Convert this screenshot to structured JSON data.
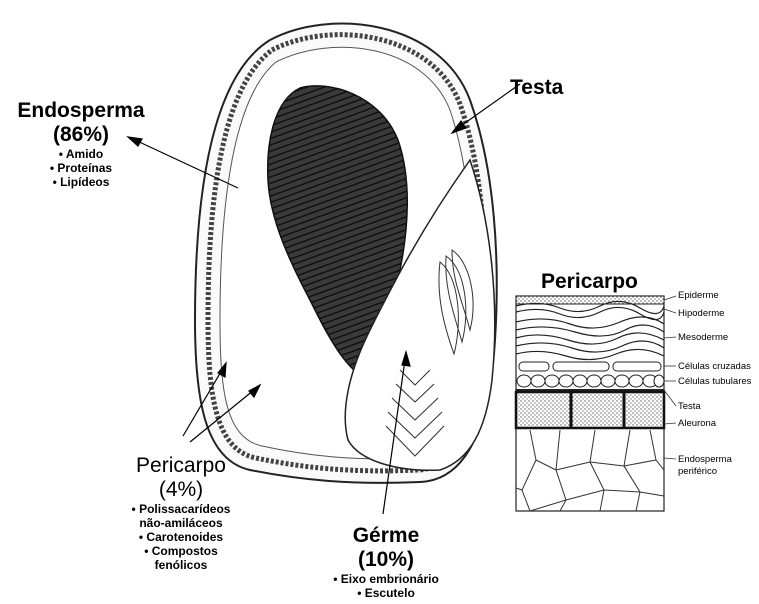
{
  "endosperma": {
    "title": "Endosperma",
    "percent": "(86%)",
    "items": [
      "• Amido",
      "• Proteínas",
      "• Lipídeos"
    ]
  },
  "testa": {
    "title": "Testa"
  },
  "pericarpo": {
    "title": "Pericarpo",
    "percent": "(4%)",
    "items": [
      "• Polissacarídeos",
      "não-amiláceos",
      "• Carotenoides",
      "• Compostos",
      "fenólicos"
    ]
  },
  "germe": {
    "title": "Gérme",
    "percent": "(10%)",
    "items": [
      "• Eixo embrionário",
      "• Escutelo"
    ]
  },
  "pericarp_detail": {
    "title": "Pericarpo",
    "layers": [
      "Epiderme",
      "Hipoderme",
      "Mesoderme",
      "Células cruzadas",
      "Células tubulares",
      "Testa",
      "Aleurona",
      "Endosperma",
      "periférico"
    ]
  }
}
